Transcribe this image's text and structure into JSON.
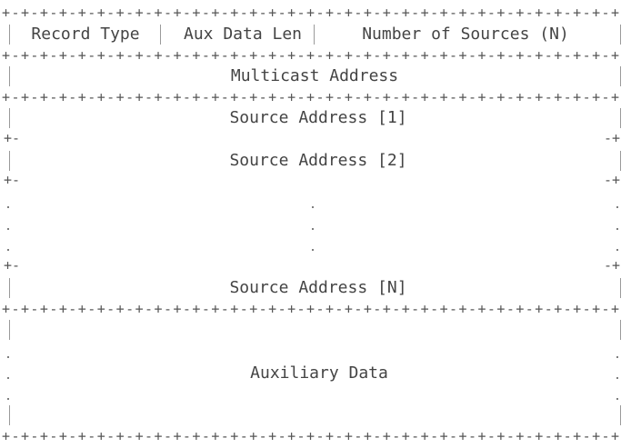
{
  "diagram": {
    "header_fields": [
      {
        "label": "Record Type"
      },
      {
        "label": "Aux Data Len"
      },
      {
        "label": "Number of Sources (N)"
      }
    ],
    "rows": [
      {
        "label": "Multicast Address"
      },
      {
        "label": "Source Address [1]"
      },
      {
        "label": "Source Address [2]"
      },
      {
        "label": "Source Address [N]"
      },
      {
        "label": "Auxiliary Data"
      }
    ],
    "continuation_mark": ".",
    "border_marks": {
      "plus": "+",
      "dash": "-",
      "pipe": "|"
    }
  }
}
